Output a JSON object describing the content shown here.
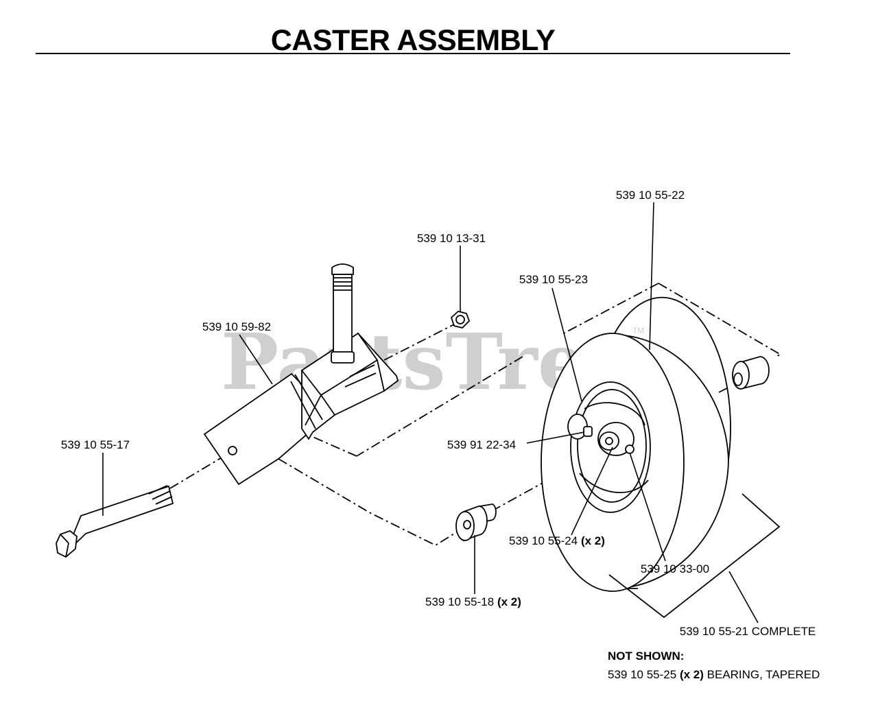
{
  "title": "CASTER ASSEMBLY",
  "watermark": "PartsTree",
  "watermark_tm": "TM",
  "labels": {
    "tire": "539 10 55-22",
    "hub": "539 10 55-23",
    "nut": "539 10 13-31",
    "yoke": "539 10 59-82",
    "bolt": "539 10 55-17",
    "zerk": "539 91 22-34",
    "bearing": "539 10 55-24",
    "bearing_qty": "(x 2)",
    "fitting": "539 10 33-00",
    "spacer": "539 10 55-18",
    "spacer_qty": "(x 2)",
    "complete": "539 10 55-21 COMPLETE"
  },
  "not_shown": {
    "heading": "NOT SHOWN:",
    "part": "539 10 55-25",
    "qty": "(x 2)",
    "description": "BEARING, TAPERED"
  }
}
